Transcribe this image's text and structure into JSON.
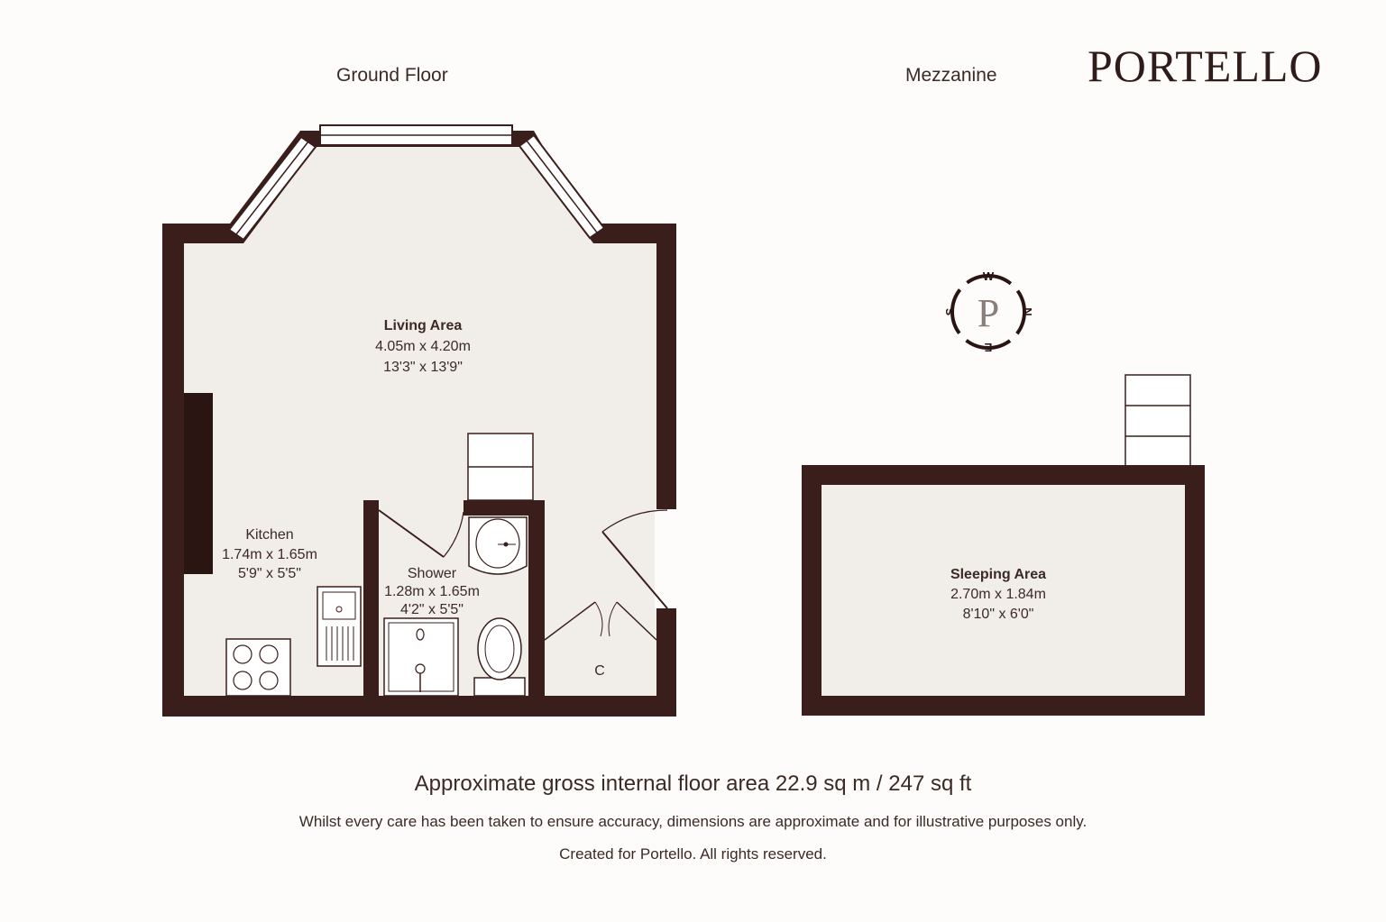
{
  "header": {
    "ground_floor_title": "Ground Floor",
    "mezzanine_title": "Mezzanine",
    "brand": "PORTELLO"
  },
  "compass": {
    "letter": "P",
    "north": "N",
    "south": "S",
    "east": "E",
    "west": "W"
  },
  "rooms": {
    "living": {
      "name": "Living Area",
      "metric": "4.05m  x 4.20m",
      "imperial": "13'3\"  x 13'9\""
    },
    "kitchen": {
      "name": "Kitchen",
      "metric": "1.74m  x 1.65m",
      "imperial": "5'9\"  x 5'5\""
    },
    "shower": {
      "name": "Shower",
      "metric": "1.28m  x 1.65m",
      "imperial": "4'2\"  x 5'5\""
    },
    "cupboard": {
      "name": "C"
    },
    "sleeping": {
      "name": "Sleeping Area",
      "metric": "2.70m  x 1.84m",
      "imperial": "8'10\"  x 6'0\""
    }
  },
  "footer": {
    "area": "Approximate gross internal floor area 22.9 sq m / 247 sq ft",
    "disclaimer": "Whilst every care has been taken to ensure accuracy, dimensions are approximate and for illustrative purposes only.",
    "credit": "Created for Portello. All rights reserved."
  },
  "colors": {
    "wall": "#3a1e1b",
    "floor": "#f1ede8",
    "background": "#fdfcfa",
    "text": "#3b2a26"
  }
}
